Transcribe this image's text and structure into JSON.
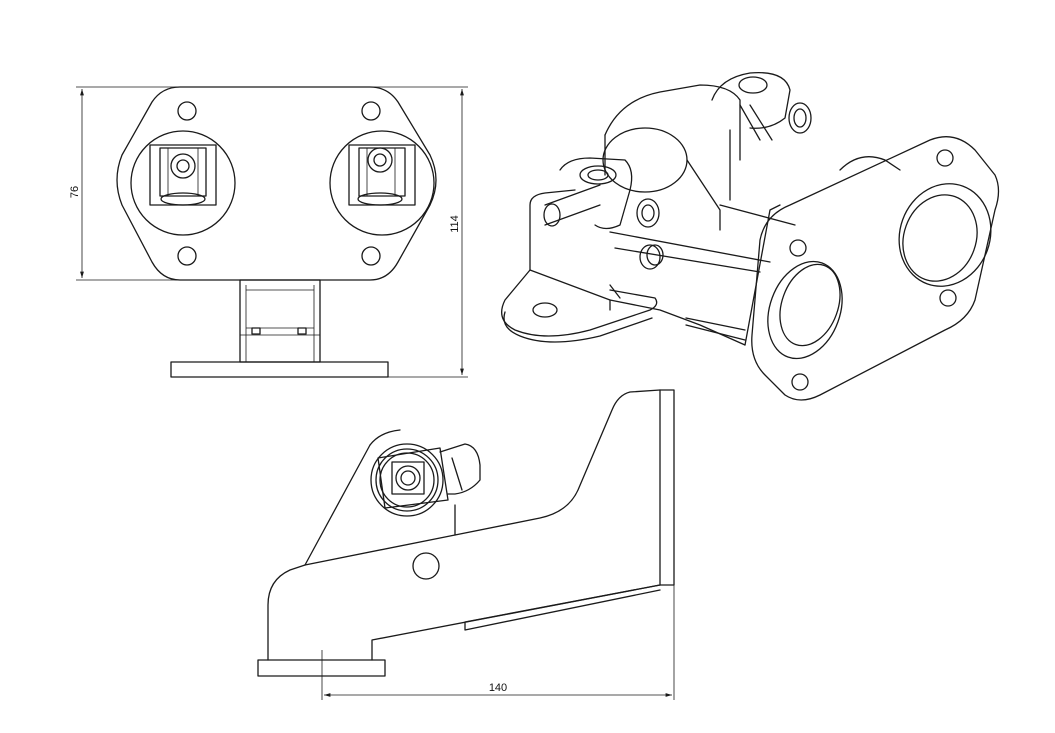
{
  "dimensions": {
    "height_flange": "76",
    "height_total": "114",
    "length": "140"
  },
  "colors": {
    "line": "#1a1a1a",
    "background": "#ffffff"
  }
}
